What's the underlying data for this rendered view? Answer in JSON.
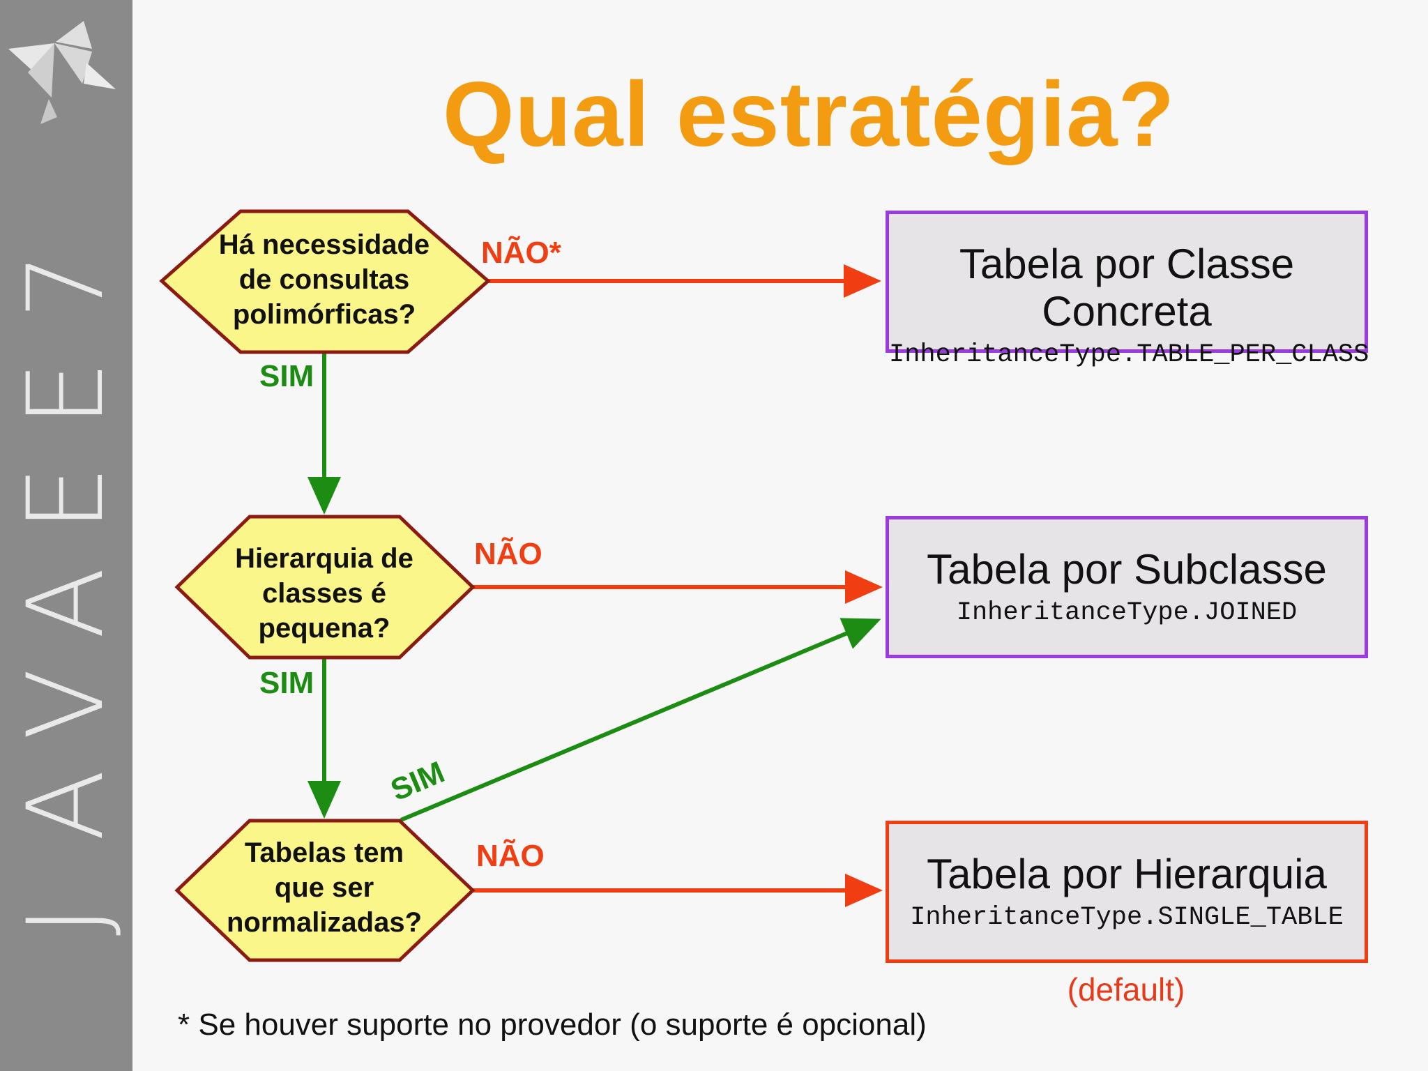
{
  "sidebar": {
    "letters": [
      "J",
      "A",
      "V",
      "A",
      "E",
      "E",
      "7"
    ],
    "logo_icon": "java-ee-logo-icon"
  },
  "title": "Qual estratégia?",
  "decisions": [
    {
      "id": "d1",
      "lines": [
        "Há necessidade",
        "de consultas",
        "polimórficas?"
      ]
    },
    {
      "id": "d2",
      "lines": [
        "Hierarquia de",
        "classes é pequena?"
      ]
    },
    {
      "id": "d3",
      "lines": [
        "Tabelas tem",
        "que ser",
        "normalizadas?"
      ]
    }
  ],
  "edge_labels": {
    "d1_no": "NÃO*",
    "d1_yes": "SIM",
    "d2_no": "NÃO",
    "d2_yes": "SIM",
    "d3_yes": "SIM",
    "d3_no": "NÃO"
  },
  "results": [
    {
      "title": "Tabela por Classe Concreta",
      "code": "InheritanceType.TABLE_PER_CLASS"
    },
    {
      "title": "Tabela por Subclasse",
      "code": "InheritanceType.JOINED"
    },
    {
      "title": "Tabela por Hierarquia",
      "code": "InheritanceType.SINGLE_TABLE"
    }
  ],
  "default_note": "(default)",
  "footnote": "* Se houver suporte no provedor (o suporte é opcional)",
  "colors": {
    "title": "#f39c12",
    "no_edge": "#f03e12",
    "yes_edge": "#1c8c12",
    "decision_fill": "#fbf68a",
    "decision_border": "#8b1a12",
    "box_purple": "#9b3ae0",
    "box_red": "#f03e12",
    "sidebar": "#8a8a8a"
  }
}
